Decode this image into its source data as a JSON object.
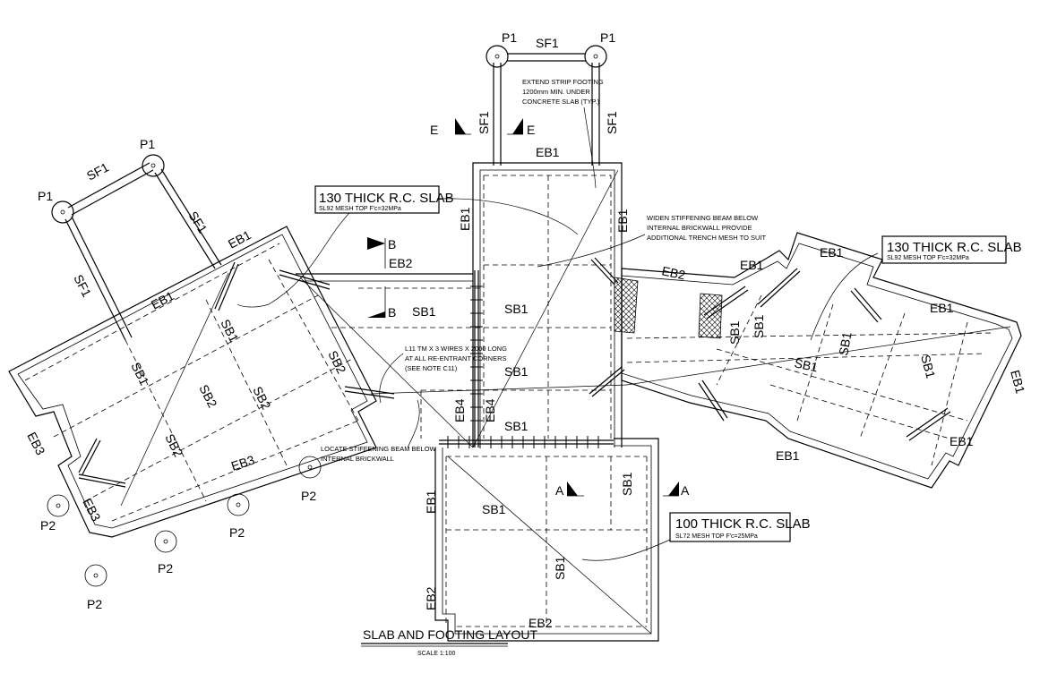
{
  "labels": {
    "p1": "P1",
    "p2": "P2",
    "sf1": "SF1",
    "eb1": "EB1",
    "eb2": "EB2",
    "eb3": "EB3",
    "eb4": "EB4",
    "sb1": "SB1",
    "sb2": "SB2",
    "sec_a": "A",
    "sec_b": "B",
    "sec_e": "E"
  },
  "callouts": {
    "slab130_left": {
      "title": "130 THICK R.C. SLAB",
      "sub": "SL92 MESH TOP F'c=32MPa"
    },
    "slab130_right": {
      "title": "130 THICK R.C. SLAB",
      "sub": "SL92 MESH TOP F'c=32MPa"
    },
    "slab100": {
      "title": "100 THICK R.C. SLAB",
      "sub": "SL72 MESH TOP F'c=25MPa"
    }
  },
  "notes": {
    "extend_strip": [
      "EXTEND STRIP FOOTING",
      "1200mm MIN. UNDER",
      "CONCRETE SLAB (TYP.)"
    ],
    "widen_beam": [
      "WIDEN  STIFFENING BEAM BELOW",
      "INTERNAL BRICKWALL PROVIDE",
      "ADDITIONAL TRENCH MESH TO SUIT"
    ],
    "l11_tm": [
      "L11 TM X 3 WIRES X 2000 LONG",
      "AT ALL RE-ENTRANT CORNERS",
      "(SEE NOTE C11)"
    ],
    "locate_beam": [
      "LOCATE  STIFFENING BEAM BELOW",
      "INTERNAL BRICKWALL"
    ]
  },
  "title": {
    "main": "SLAB AND FOOTING LAYOUT",
    "scale": "SCALE 1:100"
  }
}
